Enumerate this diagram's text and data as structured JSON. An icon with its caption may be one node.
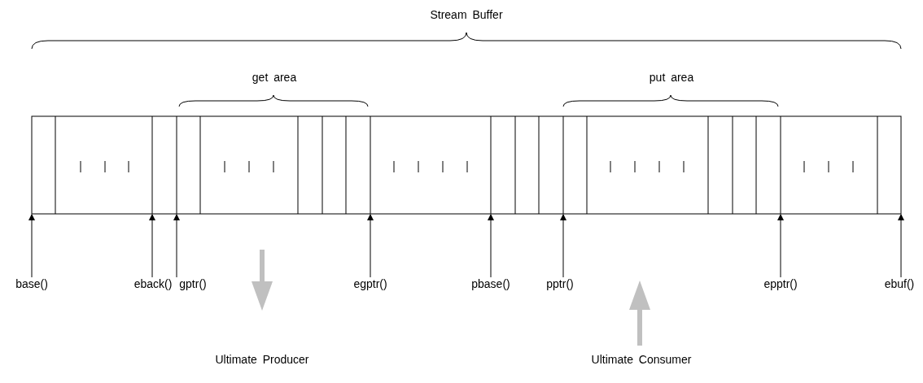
{
  "diagram": {
    "nodes": [
      {
        "text": [
          "base()"
        ]
      },
      {
        "text": [
          "eback()"
        ]
      },
      {
        "text": [
          "gptr()"
        ]
      },
      {
        "text": [
          "egptr()"
        ]
      },
      {
        "text": [
          "pbase()"
        ]
      },
      {
        "text": [
          "pptr()"
        ]
      },
      {
        "text": [
          "epptr()"
        ]
      },
      {
        "text": [
          "ebuf()"
        ]
      }
    ],
    "edges": [
      {
        "from": 0,
        "to": null,
        "arrow": "to"
      },
      {
        "from": 1,
        "to": null,
        "arrow": "to"
      },
      {
        "from": 2,
        "to": null,
        "arrow": "to"
      },
      {
        "from": 3,
        "to": null,
        "arrow": "to"
      },
      {
        "from": 4,
        "to": null,
        "arrow": "to"
      },
      {
        "from": 5,
        "to": null,
        "arrow": "to"
      },
      {
        "from": 6,
        "to": null,
        "arrow": "to"
      },
      {
        "from": 7,
        "to": null,
        "arrow": "to"
      }
    ],
    "labels": [
      "Stream Buffer",
      "get area",
      "put area",
      "Ultimate Producer",
      "Ultimate Consumer"
    ]
  }
}
